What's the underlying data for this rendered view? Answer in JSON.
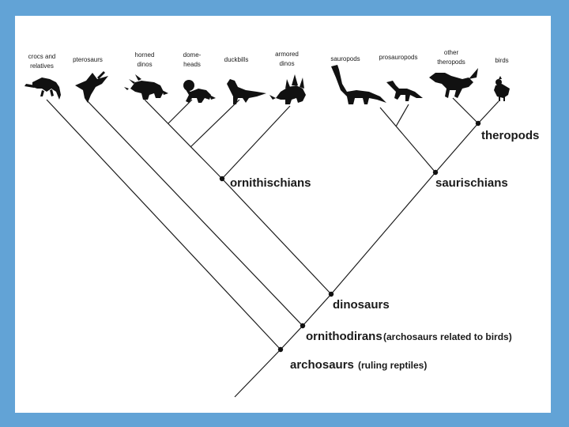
{
  "colors": {
    "background": "#62a3d6",
    "slide": "#ffffff",
    "ink": "#1a1a1a"
  },
  "taxa": [
    {
      "key": "crocs",
      "lines": [
        "crocs and",
        "relatives"
      ],
      "icon": "crocodile-silhouette"
    },
    {
      "key": "pterosaurs",
      "lines": [
        "pterosaurs"
      ],
      "icon": "pterosaur-silhouette"
    },
    {
      "key": "horned",
      "lines": [
        "horned",
        "dinos"
      ],
      "icon": "triceratops-silhouette"
    },
    {
      "key": "domeheads",
      "lines": [
        "dome-",
        "heads"
      ],
      "icon": "pachycephalosaur-silhouette"
    },
    {
      "key": "duckbills",
      "lines": [
        "duckbills"
      ],
      "icon": "hadrosaur-silhouette"
    },
    {
      "key": "armored",
      "lines": [
        "armored",
        "dinos"
      ],
      "icon": "stegosaur-silhouette"
    },
    {
      "key": "sauropods",
      "lines": [
        "sauropods"
      ],
      "icon": "sauropod-silhouette"
    },
    {
      "key": "prosauropods",
      "lines": [
        "prosauropods"
      ],
      "icon": "prosauropod-silhouette"
    },
    {
      "key": "other_theropods",
      "lines": [
        "other",
        "theropods"
      ],
      "icon": "theropod-silhouette"
    },
    {
      "key": "birds",
      "lines": [
        "birds"
      ],
      "icon": "bird-silhouette"
    }
  ],
  "clades": {
    "theropods": {
      "label": "theropods"
    },
    "saurischians": {
      "label": "saurischians"
    },
    "ornithischians": {
      "label": "ornithischians"
    },
    "dinosaurs": {
      "label": "dinosaurs"
    },
    "ornithodirans": {
      "label": "ornithodirans",
      "note": "(archosaurs related to birds)"
    },
    "archosaurs": {
      "label": "archosaurs",
      "note": "(ruling reptiles)"
    }
  }
}
